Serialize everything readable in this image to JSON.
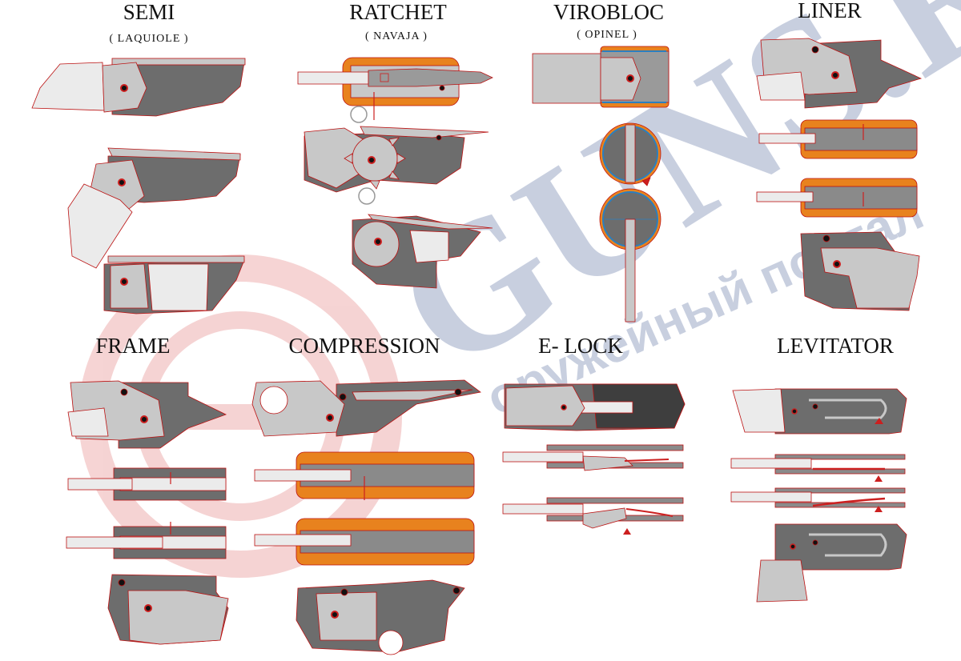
{
  "mechanisms": [
    {
      "title": "SEMI",
      "subtitle": "( LAQUIOLE )"
    },
    {
      "title": "RATCHET",
      "subtitle": "( NAVAJA )"
    },
    {
      "title": "VIROBLOC",
      "subtitle": "( OPINEL )"
    },
    {
      "title": "LINER",
      "subtitle": ""
    },
    {
      "title": "FRAME",
      "subtitle": ""
    },
    {
      "title": "COMPRESSION",
      "subtitle": ""
    },
    {
      "title": "E- LOCK",
      "subtitle": ""
    },
    {
      "title": "LEVITATOR",
      "subtitle": ""
    }
  ],
  "watermark": {
    "main": "GUNS.RU",
    "tagline": "оружейный портал",
    "color": "#5a6fa0"
  },
  "colors": {
    "blade_dark": "#6d6d6d",
    "handle_light": "#c8c8c8",
    "liner_orange": "#e8821e",
    "accent_red": "#cc1f1f",
    "spacer_blue": "#2a7fc0"
  }
}
